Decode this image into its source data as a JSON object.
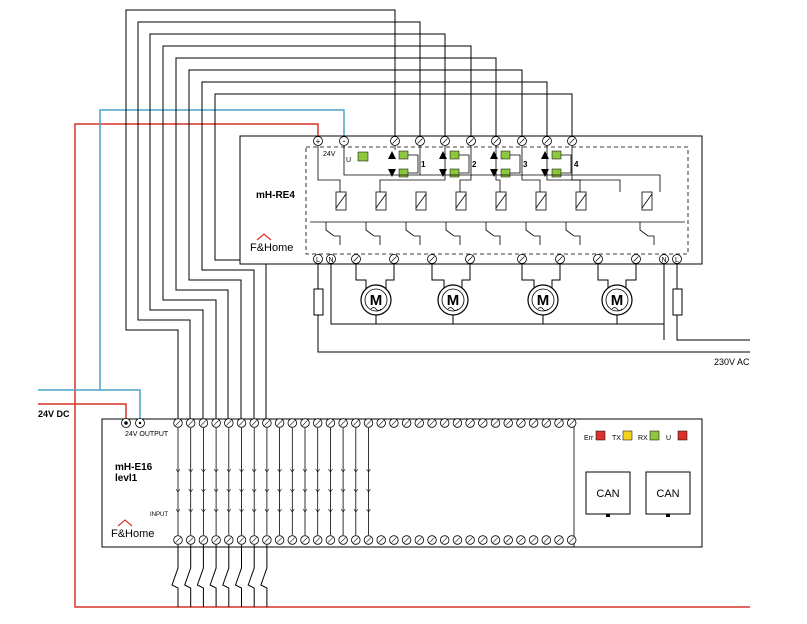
{
  "module_top": {
    "name": "mH-RE4",
    "logo": "F&Home",
    "power_label": "24V",
    "plus": "+",
    "minus": "-",
    "u_label": "U",
    "channels": [
      "1",
      "2",
      "3",
      "4"
    ]
  },
  "module_bottom": {
    "name": "mH-E16",
    "name2": "levl1",
    "logo": "F&Home",
    "input_label": "INPUT",
    "output_label": "24V  OUTPUT",
    "can_labels": [
      "CAN",
      "CAN"
    ],
    "status_labels": [
      "Err",
      "TX",
      "RX",
      "U"
    ]
  },
  "supply": {
    "dc_label": "24V DC",
    "ac_label": "230V AC"
  },
  "colors": {
    "red_wire": "#d9332b",
    "blue_wire": "#4aa3c9",
    "green_led": "#8dc63f",
    "red_led": "#d9332b",
    "yellow_led": "#f2d31b"
  },
  "motor_symbol": "M",
  "terminal_labels": {
    "L": "L",
    "N": "N"
  }
}
